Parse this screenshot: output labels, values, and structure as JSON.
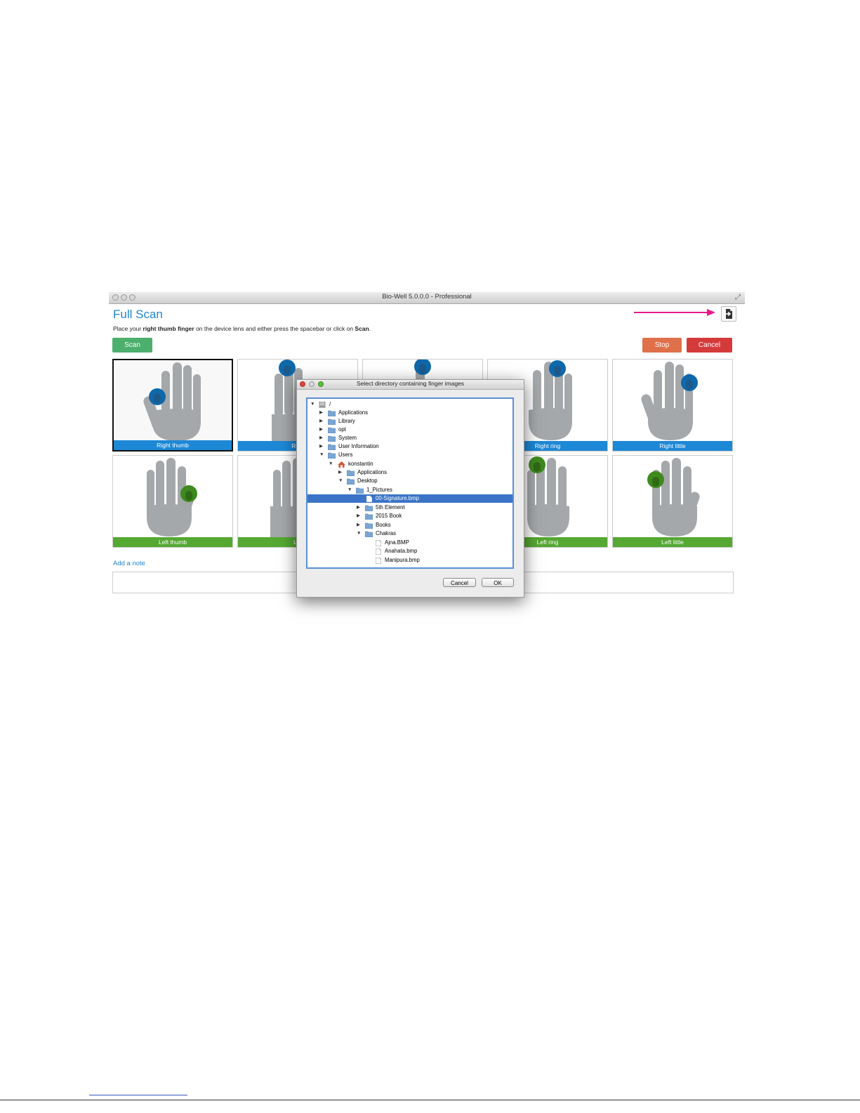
{
  "window": {
    "title": "Bio-Well 5.0.0.0 - Professional",
    "page_title": "Full Scan",
    "instruction": {
      "pre": "Place your ",
      "finger": "right thumb finger",
      "mid": " on the device lens and either press the spacebar or click on ",
      "action": "Scan",
      "post": "."
    },
    "buttons": {
      "scan": "Scan",
      "stop": "Stop",
      "cancel": "Cancel"
    },
    "add_note": "Add a note"
  },
  "fingers": [
    {
      "label": "Right thumb",
      "color": "#1d88d6",
      "selected": true
    },
    {
      "label": "Righ",
      "color": "#1d88d6"
    },
    {
      "label": "",
      "color": "#1d88d6"
    },
    {
      "label": "Right ring",
      "color": "#1d88d6"
    },
    {
      "label": "Right little",
      "color": "#1d88d6"
    },
    {
      "label": "Left thumb",
      "color": "#55a832"
    },
    {
      "label": "Lef",
      "color": "#55a832"
    },
    {
      "label": "",
      "color": "#55a832"
    },
    {
      "label": "Left ring",
      "color": "#55a832"
    },
    {
      "label": "Left little",
      "color": "#55a832"
    }
  ],
  "dialog": {
    "title": "Select directory containing finger images",
    "tree": [
      {
        "name": "/",
        "icon": "disk-icon",
        "expanded": true
      },
      {
        "name": "Applications",
        "icon": "folder-icon"
      },
      {
        "name": "Library",
        "icon": "folder-icon"
      },
      {
        "name": "opt",
        "icon": "folder-icon"
      },
      {
        "name": "System",
        "icon": "folder-icon"
      },
      {
        "name": "User Information",
        "icon": "folder-icon"
      },
      {
        "name": "Users",
        "icon": "folder-icon",
        "expanded": true
      },
      {
        "name": "konstantin",
        "icon": "home-icon",
        "expanded": true
      },
      {
        "name": "Applications",
        "icon": "folder-icon"
      },
      {
        "name": "Desktop",
        "icon": "folder-icon",
        "expanded": true
      },
      {
        "name": "1_Pictures",
        "icon": "folder-icon",
        "expanded": true
      },
      {
        "name": "00-Signature.bmp",
        "icon": "file-icon",
        "selected": true
      },
      {
        "name": "5th Element",
        "icon": "folder-icon"
      },
      {
        "name": "2015 Book",
        "icon": "folder-icon"
      },
      {
        "name": "Books",
        "icon": "folder-icon"
      },
      {
        "name": "Chakras",
        "icon": "folder-icon",
        "expanded": true
      },
      {
        "name": "Ajna.BMP",
        "icon": "file-icon"
      },
      {
        "name": "Anahata.bmp",
        "icon": "file-icon"
      },
      {
        "name": "Manipura.bmp",
        "icon": "file-icon"
      }
    ],
    "buttons": {
      "cancel": "Cancel",
      "ok": "OK"
    }
  },
  "colors": {
    "accent": "#2185d0",
    "scan": "#4caf6d",
    "stop": "#e0704a",
    "cancel": "#d53a3a",
    "right_hand": "#1d88d6",
    "left_hand": "#55a832",
    "annotation_arrow": "#e8198b"
  }
}
